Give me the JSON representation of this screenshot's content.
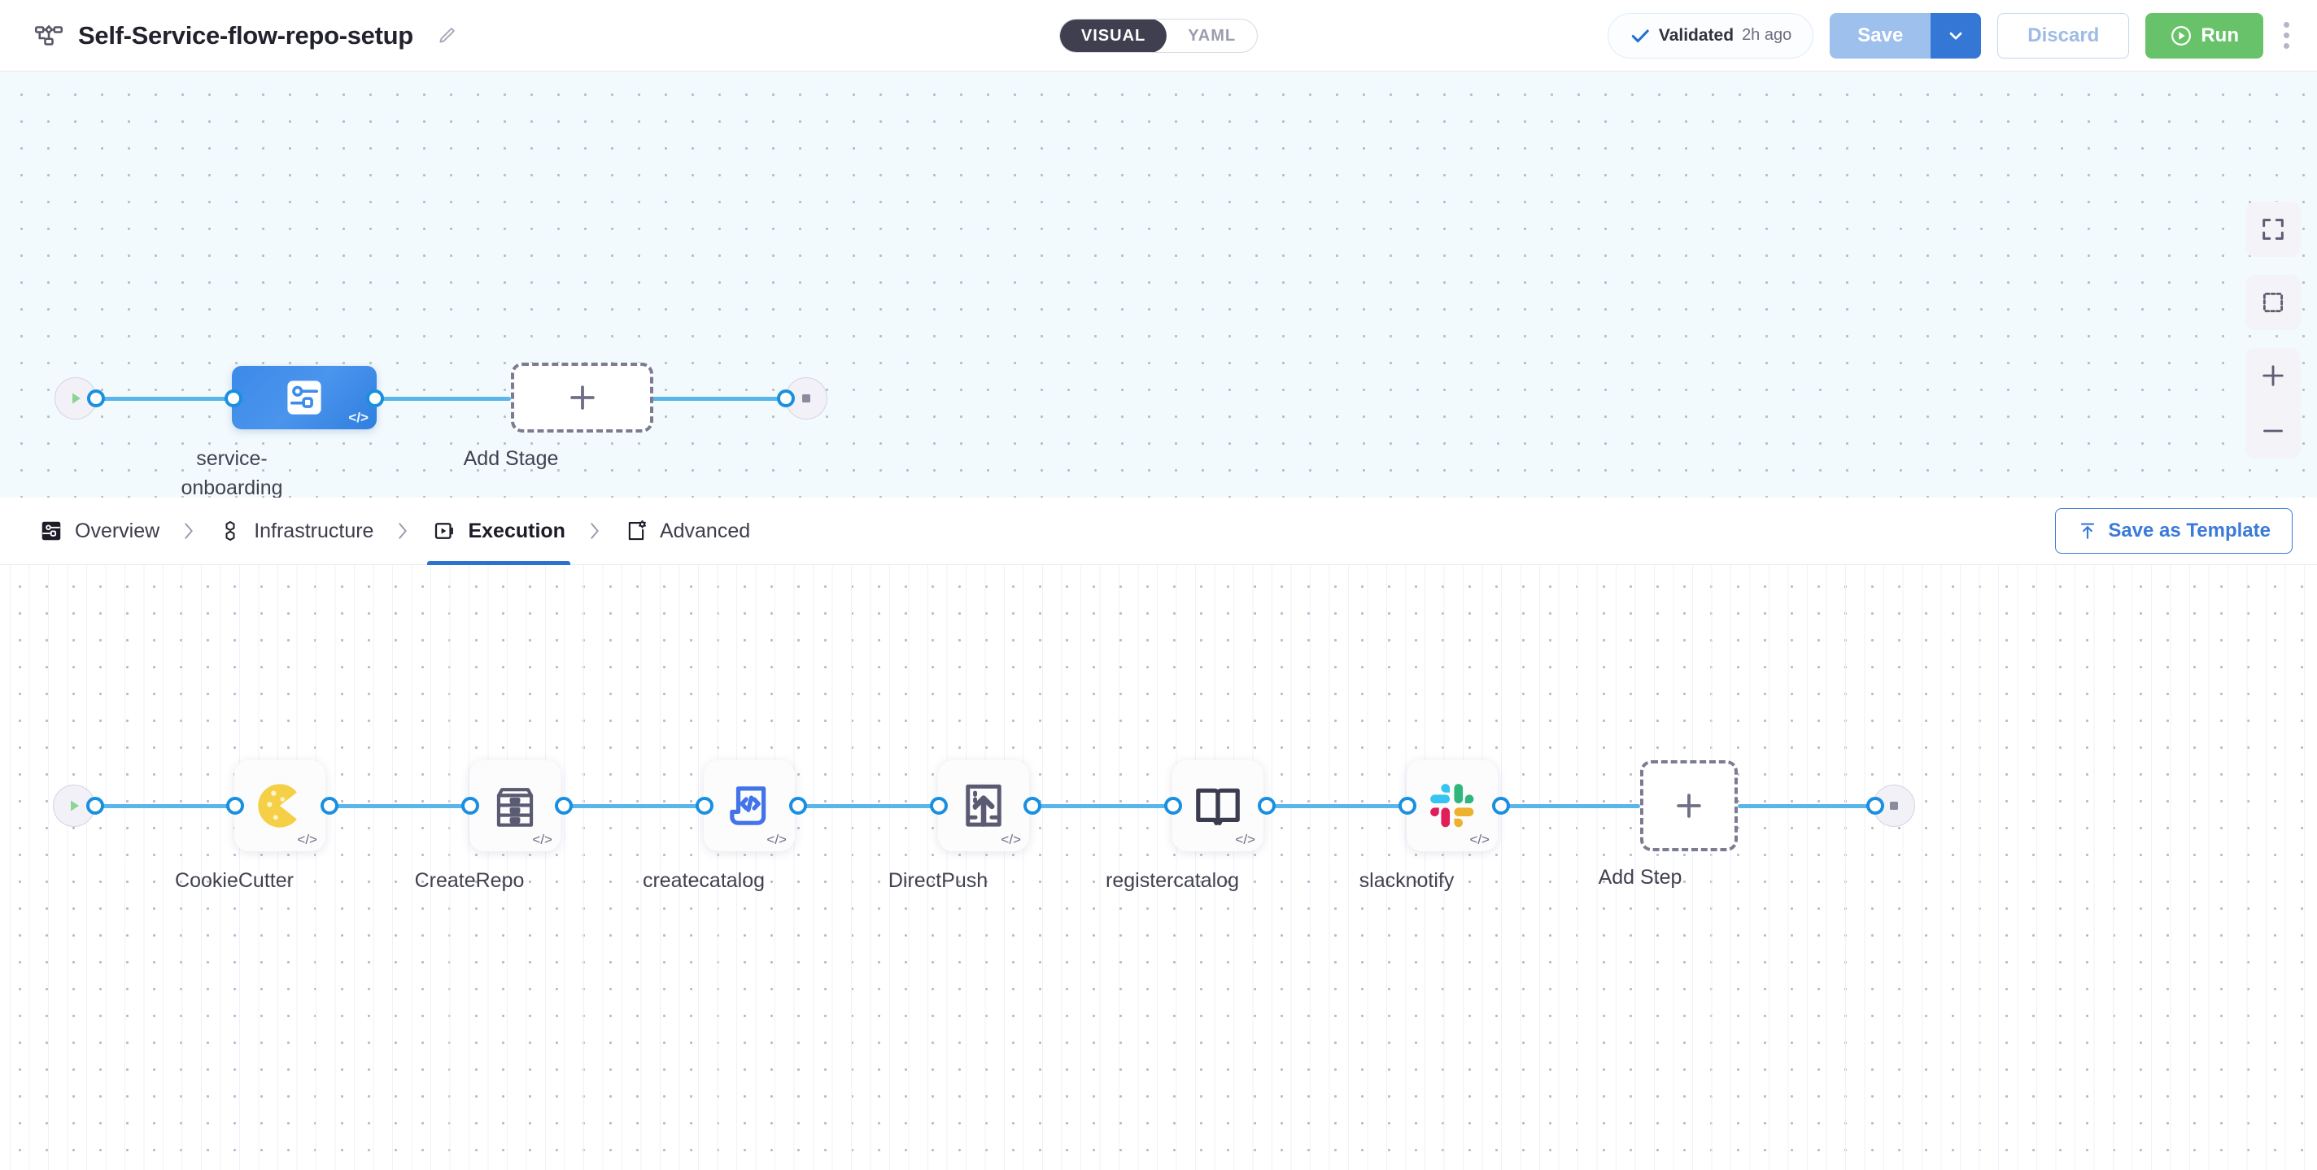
{
  "header": {
    "pipeline_icon": "pipeline-flow-icon",
    "title": "Self-Service-flow-repo-setup",
    "edit_icon": "pencil-edit-icon",
    "mode_toggle": {
      "options": [
        {
          "label": "VISUAL",
          "active": true
        },
        {
          "label": "YAML",
          "active": false
        }
      ]
    },
    "validation": {
      "icon": "check-icon",
      "label": "Validated",
      "time": "2h ago"
    },
    "save": {
      "label": "Save",
      "caret_icon": "chevron-down-icon"
    },
    "discard": {
      "label": "Discard"
    },
    "run": {
      "label": "Run",
      "icon": "play-circle-icon"
    },
    "more_menu": {
      "icon": "kebab-menu-icon"
    },
    "colors": {
      "save_bg": "#9dc0ec",
      "save_caret_bg": "#3477d4",
      "run_bg": "#68c26a",
      "accent_blue": "#2d72d2",
      "edge_blue": "#59b5ea",
      "toggle_active_bg": "#3f3f50"
    }
  },
  "stage_canvas": {
    "background": "#f3fafd",
    "start_node": {
      "icon": "play-icon",
      "name": "pipeline-start"
    },
    "end_node": {
      "icon": "stop-square-icon",
      "name": "pipeline-end"
    },
    "stages": [
      {
        "label": "service-onboarding",
        "label_lines": [
          "service-",
          "onboarding"
        ],
        "icon": "stage-flow-icon",
        "badge": "</>",
        "selected": true
      }
    ],
    "add_stage": {
      "label": "Add Stage",
      "icon": "plus-icon"
    }
  },
  "tabbar": {
    "tabs": [
      {
        "label": "Overview",
        "icon": "overview-icon",
        "active": false
      },
      {
        "label": "Infrastructure",
        "icon": "infrastructure-icon",
        "active": false
      },
      {
        "label": "Execution",
        "icon": "execution-icon",
        "active": true
      },
      {
        "label": "Advanced",
        "icon": "advanced-icon",
        "active": false
      }
    ],
    "separator_icon": "chevron-right-icon",
    "save_as_template": {
      "label": "Save as Template",
      "icon": "upload-template-icon"
    }
  },
  "step_canvas": {
    "background": "#ffffff",
    "start_node": {
      "icon": "play-icon",
      "name": "execution-start"
    },
    "end_node": {
      "icon": "stop-square-icon",
      "name": "execution-end"
    },
    "steps": [
      {
        "label": "CookieCutter",
        "icon": "cookie-icon",
        "badge": "</>"
      },
      {
        "label": "CreateRepo",
        "icon": "archive-drawer-icon",
        "badge": "</>"
      },
      {
        "label": "createcatalog",
        "icon": "script-code-icon",
        "badge": "</>"
      },
      {
        "label": "DirectPush",
        "icon": "document-upload-icon",
        "badge": "</>"
      },
      {
        "label": "registercatalog",
        "icon": "open-book-icon",
        "badge": "</>"
      },
      {
        "label": "slacknotify",
        "icon": "slack-icon",
        "badge": "</>"
      }
    ],
    "add_step": {
      "label": "Add Step",
      "icon": "plus-icon"
    }
  },
  "canvas_controls": [
    {
      "name": "fit-to-screen-button",
      "icon": "expand-corners-icon"
    },
    {
      "name": "selection-box-button",
      "icon": "marquee-select-icon"
    },
    {
      "name": "zoom-in-button",
      "icon": "plus-icon"
    },
    {
      "name": "zoom-out-button",
      "icon": "minus-icon"
    }
  ]
}
